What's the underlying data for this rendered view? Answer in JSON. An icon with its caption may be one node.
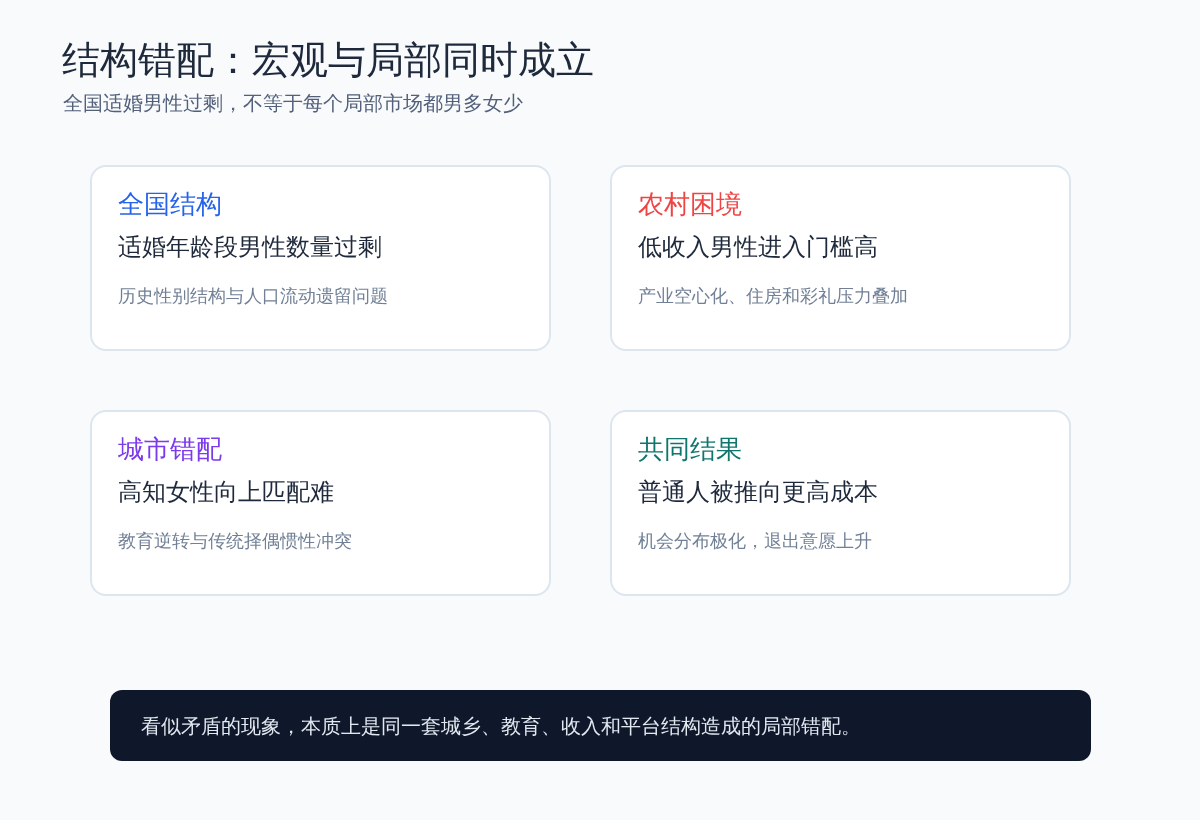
{
  "diagram": {
    "title": "结构错配：宏观与局部同时成立",
    "nodes": [
      {
        "text": [
          "全国结构",
          "适婚年龄段男性数量过剩",
          "历史性别结构与人口流动遗留问题"
        ]
      },
      {
        "text": [
          "农村困境",
          "低收入男性进入门槛高",
          "产业空心化、住房和彩礼压力叠加"
        ]
      },
      {
        "text": [
          "城市错配",
          "高知女性向上匹配难",
          "教育逆转与传统择偶惯性冲突"
        ]
      },
      {
        "text": [
          "共同结果",
          "普通人被推向更高成本",
          "机会分布极化，退出意愿上升"
        ]
      },
      {
        "text": [
          "看似矛盾的现象，本质上是同一套城乡、教育、收入和平台结构造成的局部错配。"
        ]
      }
    ],
    "labels": [
      "全国适婚男性过剩，不等于每个局部市场都男多女少"
    ]
  }
}
